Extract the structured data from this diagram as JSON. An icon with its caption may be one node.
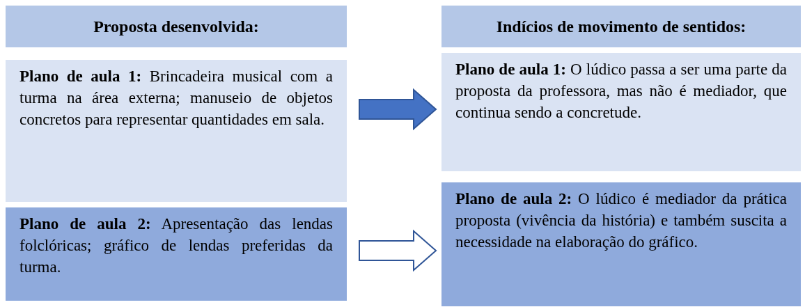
{
  "diagram": {
    "nodes": [
      {
        "text": [
          "Proposta desenvolvida:"
        ]
      },
      {
        "text": [
          "**Plano de aula 1:**  Brincadeira musical com a turma na área externa; manuseio de objetos concretos para representar quantidades em sala."
        ]
      },
      {
        "text": [
          "**Plano de aula 2:** Apresentação das lendas folclóricas; gráfico de lendas preferidas da turma."
        ]
      },
      {
        "text": [
          "Indícios de movimento de sentidos:"
        ]
      },
      {
        "text": [
          "**Plano de aula 1:** O lúdico passa a ser uma parte da proposta da professora, mas não é mediador, que continua sendo a concretude."
        ]
      },
      {
        "text": [
          "**Plano de aula 2:** O lúdico é mediador da prática proposta (vivência da história) e também suscita a necessidade na elaboração do gráfico."
        ]
      }
    ],
    "edges": [
      {
        "from": 1,
        "to": 4,
        "arrow": "to"
      },
      {
        "from": 2,
        "to": 5,
        "arrow": "to"
      }
    ]
  }
}
